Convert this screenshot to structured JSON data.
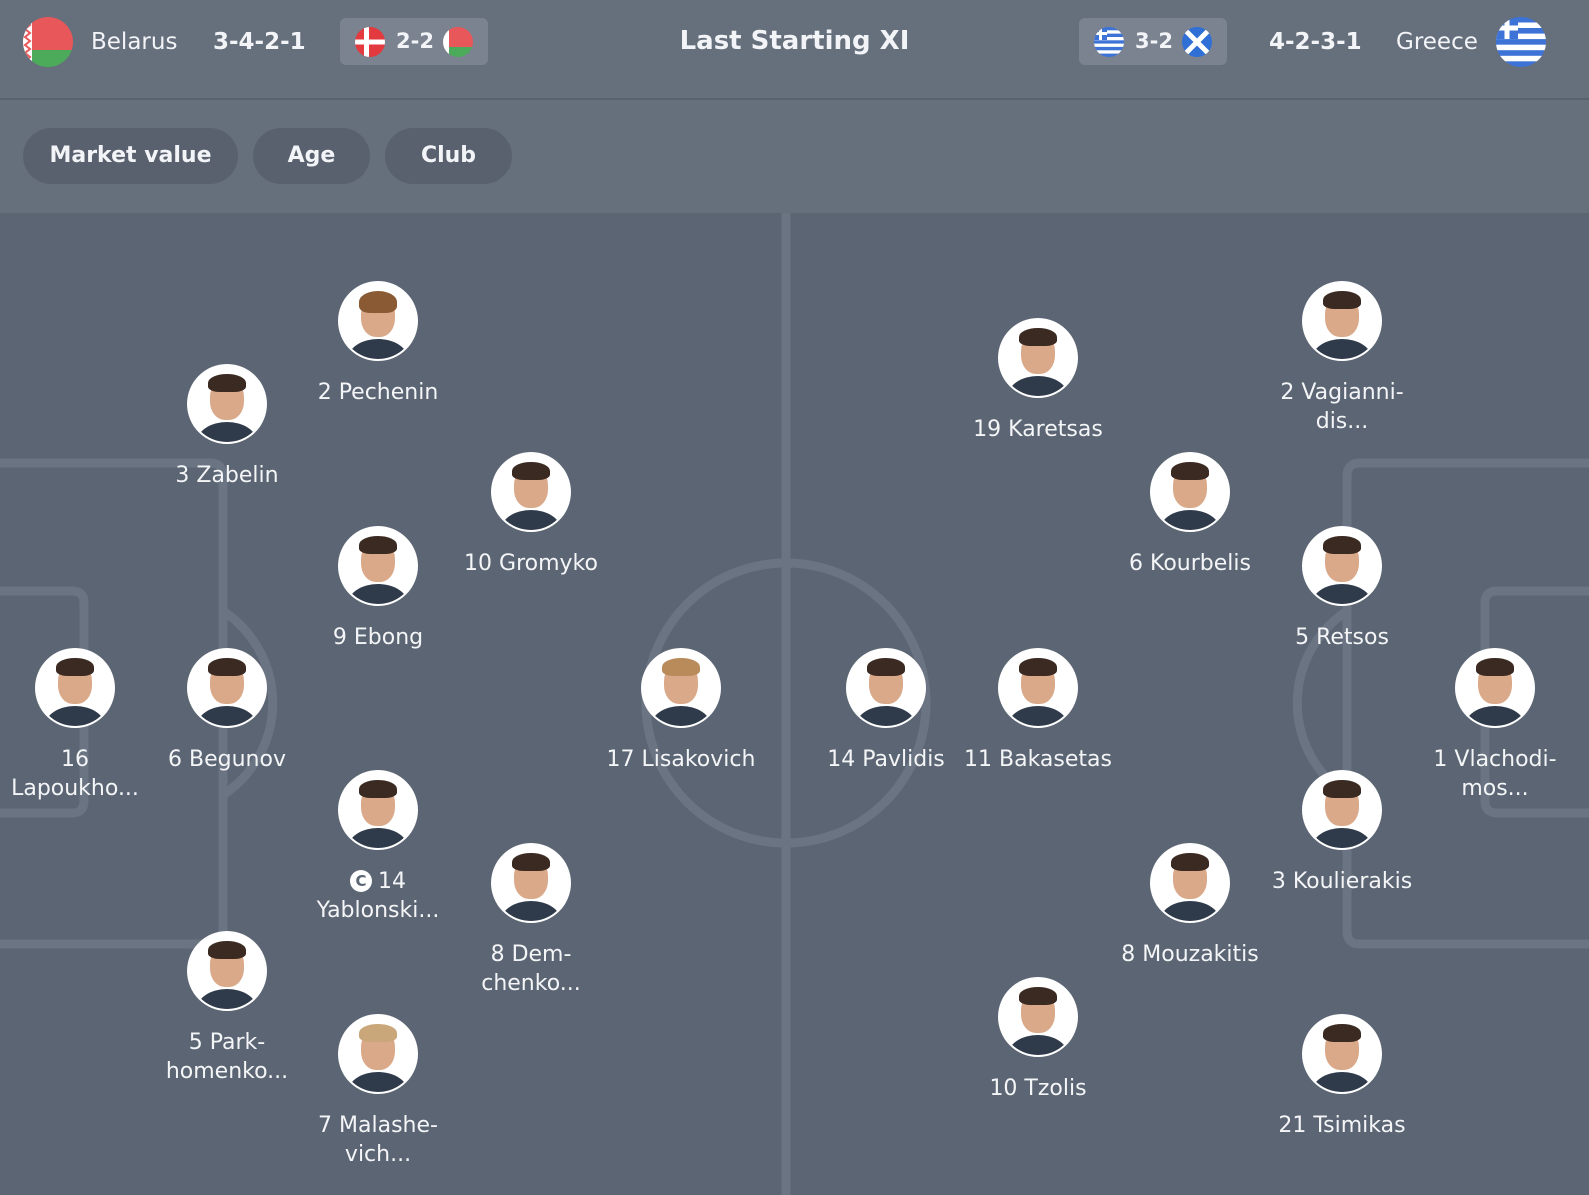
{
  "header": {
    "home_team": "Belarus",
    "home_formation": "3-4-2-1",
    "home_last_match_score": "2-2",
    "title": "Last Starting XI",
    "away_last_match_score": "3-2",
    "away_formation": "4-2-3-1",
    "away_team": "Greece"
  },
  "filters": [
    "Market value",
    "Age",
    "Club"
  ],
  "colors": {
    "background": "#5b6573",
    "header": "#666f7c",
    "pill": "#59616e",
    "pitch_lines": "#6b7482"
  },
  "home_players": [
    {
      "number": "2",
      "name": "Pechenin",
      "line1": "2 Pechenin",
      "line2": ""
    },
    {
      "number": "3",
      "name": "Zabelin",
      "line1": "3 Zabelin",
      "line2": ""
    },
    {
      "number": "10",
      "name": "Gromyko",
      "line1": "10 Gromyko",
      "line2": ""
    },
    {
      "number": "9",
      "name": "Ebong",
      "line1": "9 Ebong",
      "line2": ""
    },
    {
      "number": "16",
      "name": "Lapoukho...",
      "line1": "16",
      "line2": "Lapoukho..."
    },
    {
      "number": "6",
      "name": "Begunov",
      "line1": "6 Begunov",
      "line2": ""
    },
    {
      "number": "17",
      "name": "Lisakovich",
      "line1": "17 Lisakovich",
      "line2": ""
    },
    {
      "number": "14",
      "name": "Yablonski...",
      "line1": "14",
      "line2": "Yablonski...",
      "captain": "C"
    },
    {
      "number": "8",
      "name": "Demchenko...",
      "line1": "8 Dem-",
      "line2": "chenko..."
    },
    {
      "number": "5",
      "name": "Parkhomenko...",
      "line1": "5 Park-",
      "line2": "homenko..."
    },
    {
      "number": "7",
      "name": "Malashevich...",
      "line1": "7 Malashe-",
      "line2": "vich..."
    }
  ],
  "away_players": [
    {
      "number": "19",
      "name": "Karetsas",
      "line1": "19 Karetsas",
      "line2": ""
    },
    {
      "number": "2",
      "name": "Vagiannidis...",
      "line1": "2 Vagianni-",
      "line2": "dis..."
    },
    {
      "number": "6",
      "name": "Kourbelis",
      "line1": "6 Kourbelis",
      "line2": ""
    },
    {
      "number": "5",
      "name": "Retsos",
      "line1": "5 Retsos",
      "line2": ""
    },
    {
      "number": "14",
      "name": "Pavlidis",
      "line1": "14 Pavlidis",
      "line2": ""
    },
    {
      "number": "11",
      "name": "Bakasetas",
      "line1": "11 Bakasetas",
      "line2": ""
    },
    {
      "number": "1",
      "name": "Vlachodimos...",
      "line1": "1 Vlachodi-",
      "line2": "mos..."
    },
    {
      "number": "3",
      "name": "Koulierakis",
      "line1": "3 Koulierakis",
      "line2": ""
    },
    {
      "number": "8",
      "name": "Mouzakitis",
      "line1": "8 Mouzakitis",
      "line2": ""
    },
    {
      "number": "10",
      "name": "Tzolis",
      "line1": "10 Tzolis",
      "line2": ""
    },
    {
      "number": "21",
      "name": "Tsimikas",
      "line1": "21 Tsimikas",
      "line2": ""
    }
  ]
}
